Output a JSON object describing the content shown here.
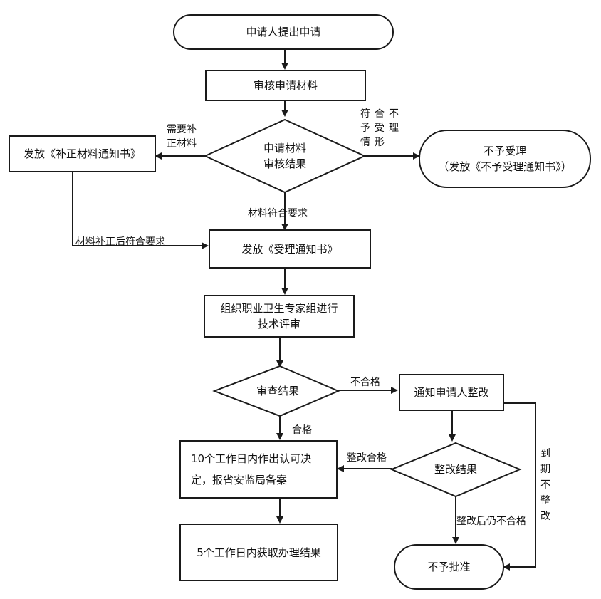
{
  "nodes": {
    "start": "申请人提出申请",
    "review_materials": "审核申请材料",
    "review_result_line1": "申请材料",
    "review_result_line2": "审核结果",
    "issue_supplement": "发放《补正材料通知书》",
    "reject": "不予受理",
    "reject_sub": "（发放《不予受理通知书》）",
    "issue_acceptance": "发放《受理通知书》",
    "expert_review_line1": "组织职业卫生专家组进行",
    "expert_review_line2": "技术评审",
    "check_result": "审查结果",
    "notify_rectify": "通知申请人整改",
    "decision_line1": "10个工作日内作出认可决",
    "decision_line2": "定，报省安监局备案",
    "rectify_result": "整改结果",
    "get_result": "5个工作日内获取办理结果",
    "not_approved": "不予批准"
  },
  "labels": {
    "need_supplement_line1": "需要补",
    "need_supplement_line2": "正材料",
    "not_accept": "符合不予受理情形",
    "materials_ok": "材料符合要求",
    "after_supplement_ok": "材料补正后符合要求",
    "unqualified": "不合格",
    "qualified": "合格",
    "rectified_ok": "整改合格",
    "overdue": "到期不整改",
    "still_unqualified": "整改后仍不合格"
  }
}
